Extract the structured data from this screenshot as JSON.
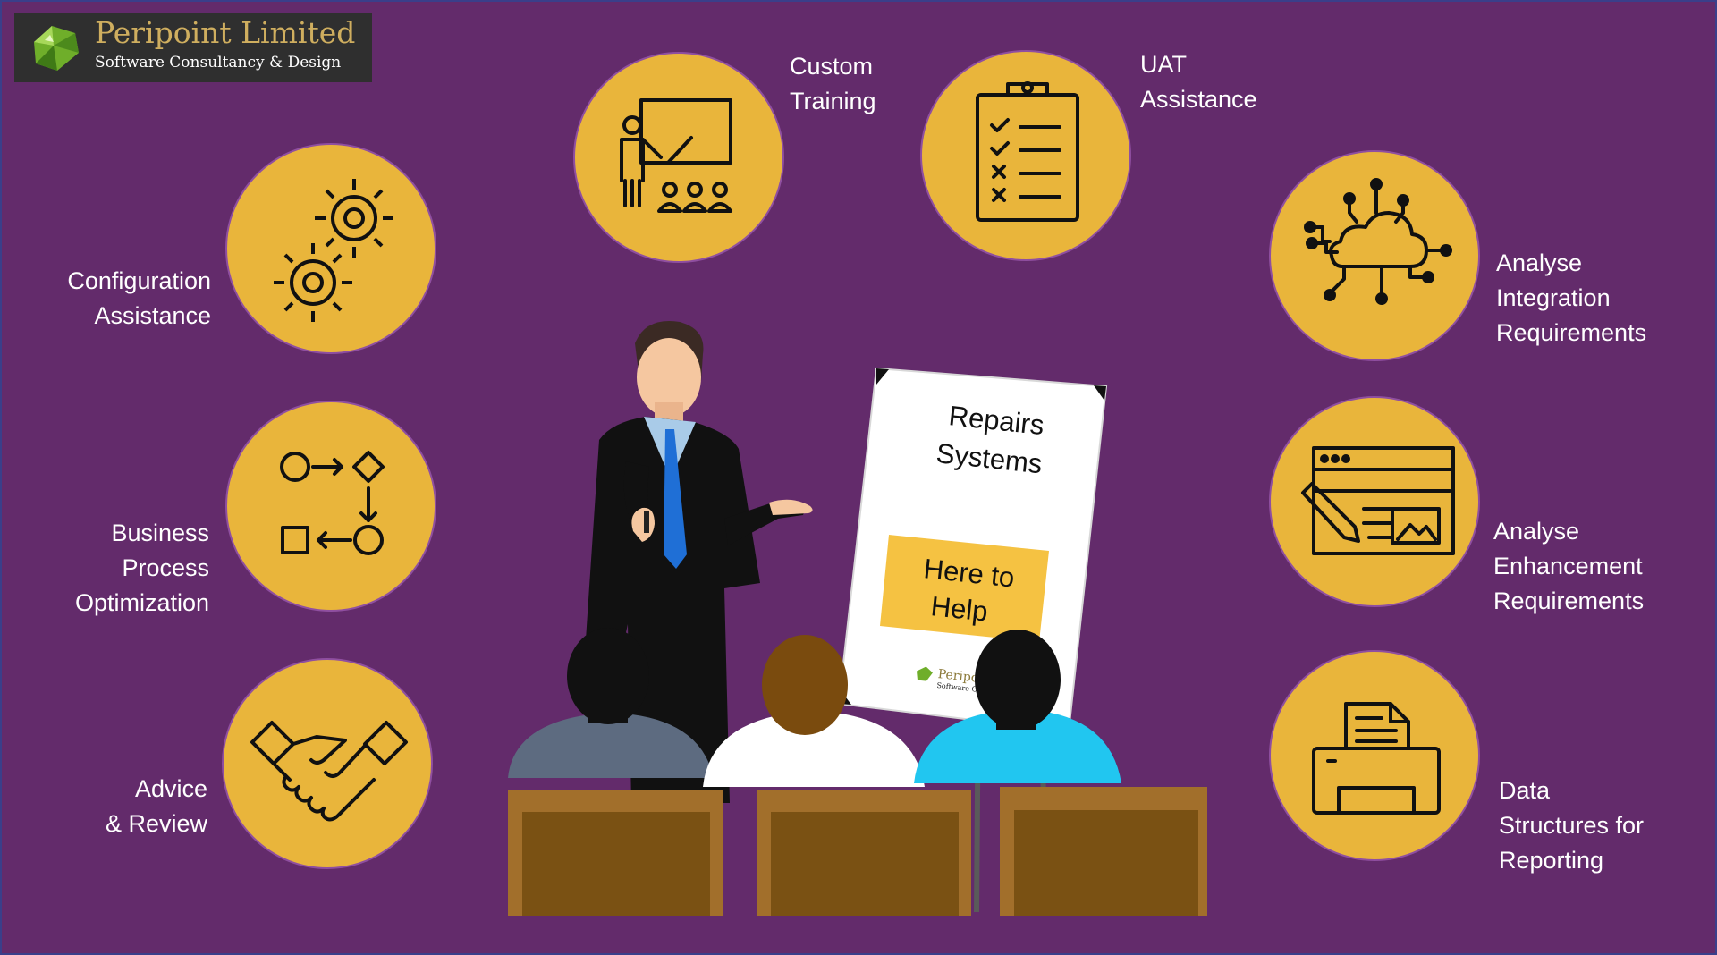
{
  "brand": {
    "name": "Peripoint Limited",
    "tagline": "Software Consultancy & Design"
  },
  "colors": {
    "background": "#632b6b",
    "circle": "#e9b53b",
    "text": "#ffffff"
  },
  "services": {
    "custom_training": {
      "lines": [
        "Custom",
        "Training"
      ],
      "icon": "trainer-presentation-icon"
    },
    "uat_assistance": {
      "lines": [
        "UAT",
        "Assistance"
      ],
      "icon": "checklist-clipboard-icon"
    },
    "configuration_assistance": {
      "lines": [
        "Configuration",
        "Assistance"
      ],
      "icon": "gears-icon"
    },
    "business_process": {
      "lines": [
        "Business",
        "Process",
        "Optimization"
      ],
      "icon": "process-flow-icon"
    },
    "advice_review": {
      "lines": [
        "Advice",
        "& Review"
      ],
      "icon": "handshake-icon"
    },
    "integration": {
      "lines": [
        "Analyse",
        "Integration",
        "Requirements"
      ],
      "icon": "cloud-network-icon"
    },
    "enhancement": {
      "lines": [
        "Analyse",
        "Enhancement",
        "Requirements"
      ],
      "icon": "web-design-icon"
    },
    "reporting": {
      "lines": [
        "Data",
        "Structures for",
        "Reporting"
      ],
      "icon": "printer-report-icon"
    }
  },
  "board": {
    "title_line1": "Repairs",
    "title_line2": "Systems",
    "note_line1": "Here to",
    "note_line2": "Help",
    "logo_name": "Peripoint Limited",
    "logo_tagline": "Software Consultancy & Design"
  }
}
